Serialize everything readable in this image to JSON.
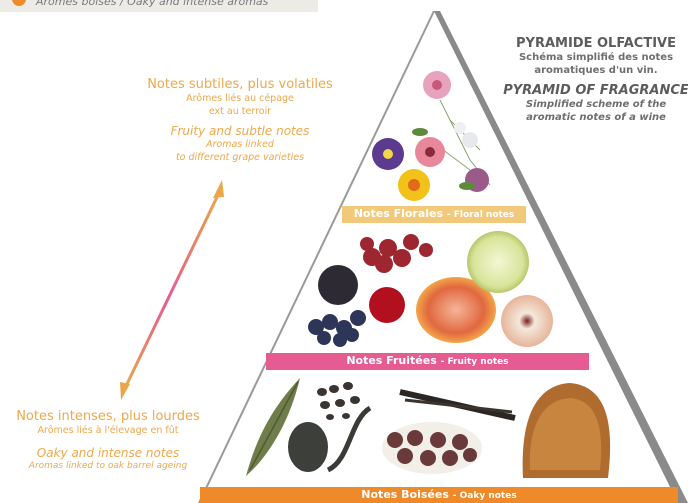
{
  "legend": {
    "text": "Arômes boisés / Oaky and intense aromas",
    "dot_color": "#ee8a2a"
  },
  "title": {
    "fr_main": "PYRAMIDE OLFACTIVE",
    "fr_sub_1": "Schéma simplifié des notes",
    "fr_sub_2": "aromatiques d'un vin.",
    "en_main": "PYRAMID OF FRAGRANCE",
    "en_sub_1": "Simplified scheme of the",
    "en_sub_2": "aromatic notes of a wine"
  },
  "top_notes": {
    "fr_title": "Notes subtiles, plus volatiles",
    "fr_line_1": "Arômes liés au cépage",
    "fr_line_2": "ext au terroir",
    "en_title": "Fruity and subtle notes",
    "en_line_1": "Aromas linked",
    "en_line_2": "to different grape varieties"
  },
  "bottom_notes": {
    "fr_title": "Notes intenses, plus lourdes",
    "fr_line_1": "Arômes liés à l'élevage en fût",
    "en_title": "Oaky and intense notes",
    "en_line_1": "Aromas  linked to  oak barrel ageing"
  },
  "bands": {
    "floral_fr": "Notes Florales",
    "floral_en": "Floral notes",
    "floral_color": "#f2c87a",
    "fruity_fr": "Notes Fruitées",
    "fruity_en": "Fruity notes",
    "fruity_color": "#e65b91",
    "oaky_fr": "Notes Boisées",
    "oaky_en": "Oaky notes",
    "oaky_color": "#ee8a2a"
  },
  "colors": {
    "text_orange": "#eea84b",
    "pyramid_edge": "#8a8a8a",
    "arrow_top": "#e9a64a",
    "arrow_bottom": "#e65b91"
  }
}
